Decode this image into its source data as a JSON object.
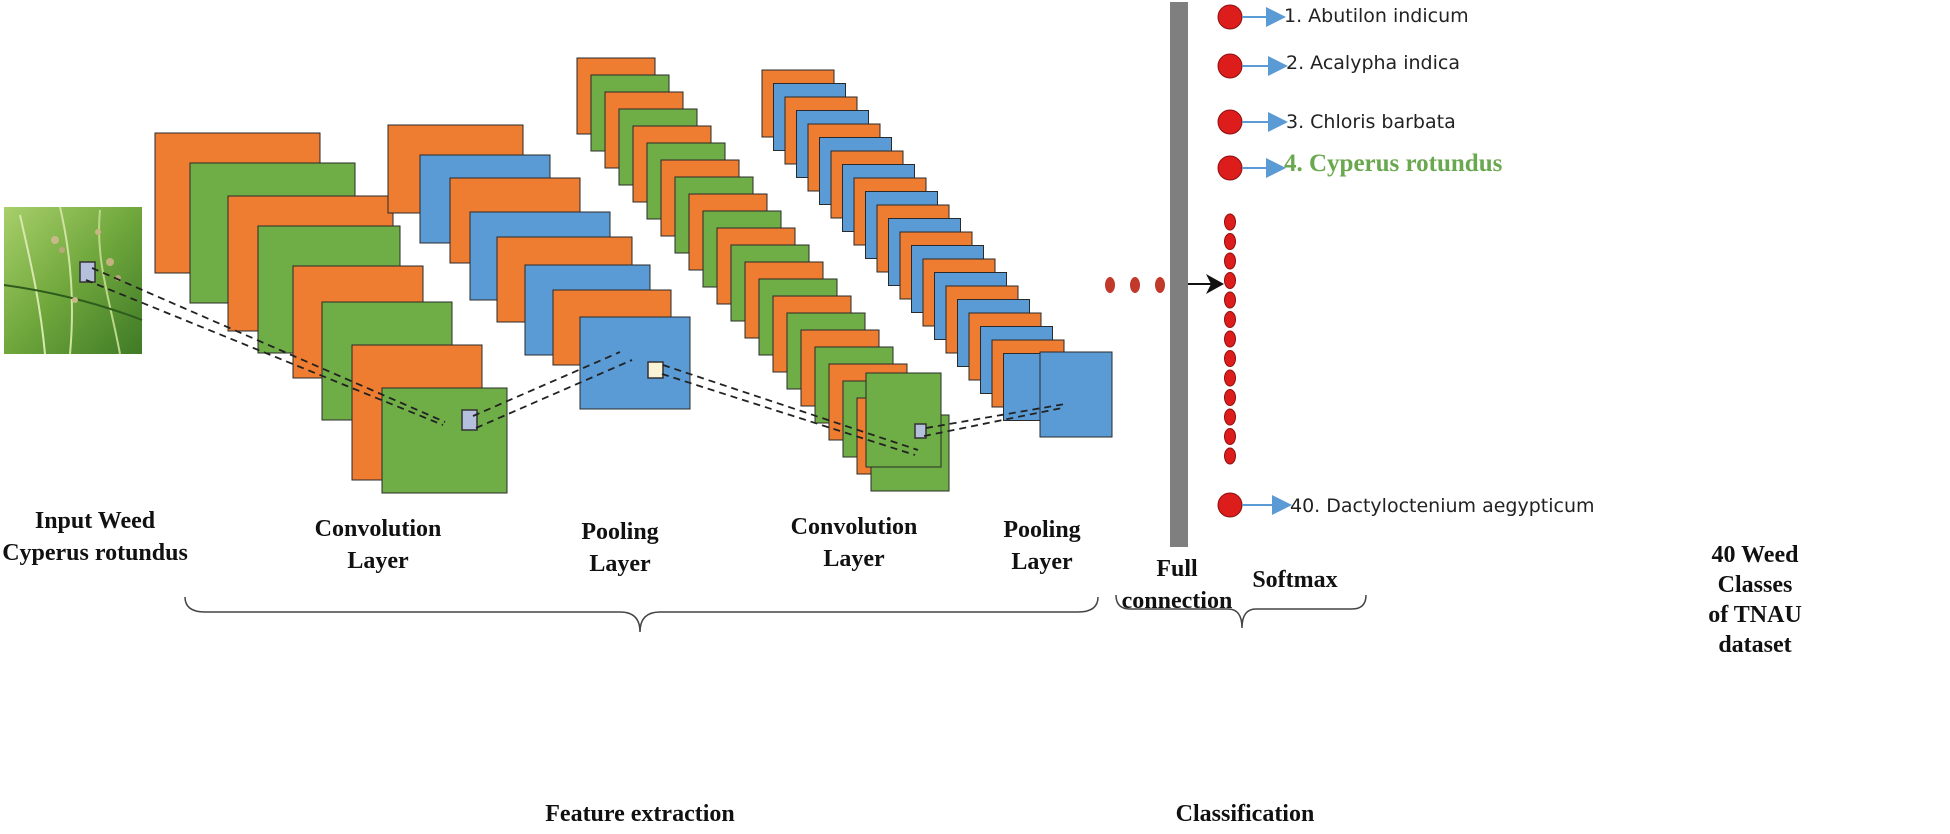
{
  "labels": {
    "input": [
      "Input Weed",
      "Cyperus rotundus"
    ],
    "conv1": [
      "Convolution",
      "Layer"
    ],
    "pool1": [
      "Pooling",
      "Layer"
    ],
    "conv2": [
      "Convolution",
      "Layer"
    ],
    "pool2": [
      "Pooling",
      "Layer"
    ],
    "full_connection": [
      "Full",
      "connection"
    ],
    "softmax": "Softmax",
    "dataset": [
      "40 Weed",
      "Classes",
      "of TNAU",
      "dataset"
    ],
    "feature_extraction": "Feature extraction",
    "classification": "Classification"
  },
  "classes": [
    {
      "label": "1. Abutilon indicum",
      "highlight": false
    },
    {
      "label": "2. Acalypha indica",
      "highlight": false
    },
    {
      "label": "3. Chloris barbata",
      "highlight": false
    },
    {
      "label": "4. Cyperus rotundus",
      "highlight": true
    },
    {
      "label": "40. Dactyloctenium aegypticum",
      "highlight": false
    }
  ],
  "colors": {
    "orange": "#ef7d31",
    "green": "#6fad46",
    "blue": "#5b9bd5",
    "node_red": "#dd1c1c",
    "fc_bar": "#7f7f7f",
    "arrow": "#5b9bd5",
    "highlight_text": "#6aa84f"
  },
  "icons": {
    "input_image": "weed-photo-icon",
    "class_arrow": "arrow-right-icon"
  }
}
